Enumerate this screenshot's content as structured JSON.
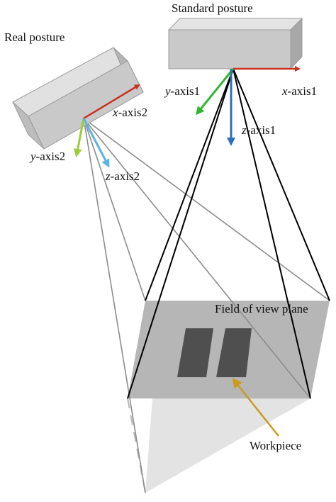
{
  "labels": {
    "standard_posture": "Standard posture",
    "real_posture": "Real posture",
    "field_of_view_plane": "Field of view plane",
    "workpiece": "Workpiece"
  },
  "axes": {
    "x1": {
      "var": "x",
      "suffix": "-axis1"
    },
    "y1": {
      "var": "y",
      "suffix": "-axis1"
    },
    "z1": {
      "var": "z",
      "suffix": "-axis1"
    },
    "x2": {
      "var": "x",
      "suffix": "-axis2"
    },
    "y2": {
      "var": "y",
      "suffix": "-axis2"
    },
    "z2": {
      "var": "z",
      "suffix": "-axis2"
    }
  },
  "colors": {
    "x_axis": "#c8321e",
    "y_axis1": "#2eb82e",
    "y_axis2": "#9ccc3a",
    "z_axis1": "#2f6fb7",
    "z_axis2": "#5bb4dc",
    "workpiece_arrow": "#c99a1c",
    "camera_body": "#c9c9c9",
    "fov_plane": "#b6b6b6",
    "workpiece": "#4f4f4f"
  }
}
